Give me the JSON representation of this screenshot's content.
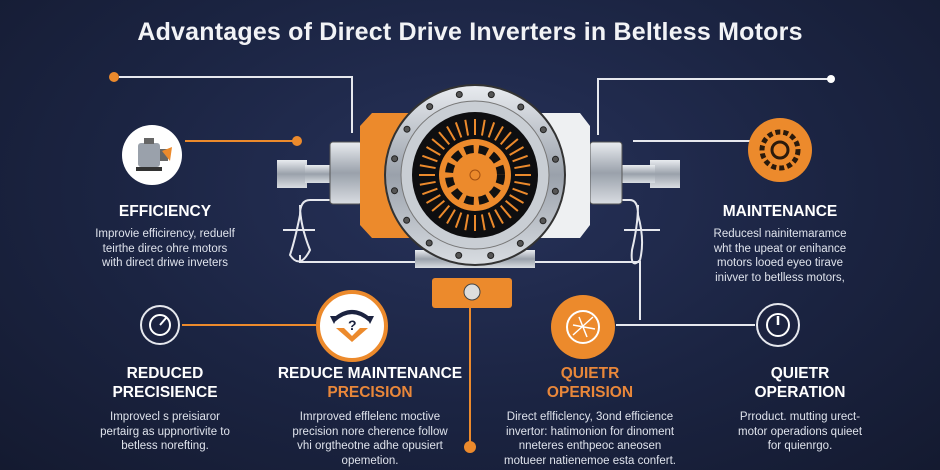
{
  "title": "Advantages of Direct Drive Inverters in Beltless Motors",
  "colors": {
    "background": "#1b2442",
    "accent": "#ec8a2c",
    "text": "#ffffff"
  },
  "features": [
    {
      "id": "efficiency",
      "icon": "motor-icon",
      "title_lines": [
        "EFFICIENCY"
      ],
      "desc_lines": [
        "Improvie efficirency, reduelf",
        "teirthe direc ohre motors",
        "with direct driwe inveters"
      ]
    },
    {
      "id": "maintenance",
      "icon": "gear-wrench-icon",
      "title_lines": [
        "MAINTENANCE"
      ],
      "desc_lines": [
        "Reducesl nainitemaramce",
        "wht the upeat or enihance",
        "motors looed eyeo tirave",
        "inivver to betlless motors,"
      ]
    },
    {
      "id": "reduced-precisience",
      "icon": "gauge-icon",
      "title_lines": [
        "REDUCED",
        "PRECISIENCE"
      ],
      "desc_lines": [
        "Improvecl s preisiaror",
        "pertairg as uppnortivite to",
        "betless norefting."
      ]
    },
    {
      "id": "reduce-maintenance-precision",
      "icon": "question-arrows-icon",
      "title_lines": [
        "REDUCE MAINTENANCE",
        "PRECISION"
      ],
      "desc_lines": [
        "Imrproved efflelenc moctive",
        "precision nore cherence follow",
        "vhi orgtheotne adhe opusiert",
        "opemetion."
      ]
    },
    {
      "id": "quietr-operision",
      "icon": "sound-burst-icon",
      "title_lines": [
        "QUIETR",
        "OPERISION"
      ],
      "desc_lines": [
        "Direct eflficlency, 3ond efficience",
        "invertor: hatimonion for dinoment",
        "nneteres enthpeoc aneosen",
        "motueer natienemoe esta confert."
      ]
    },
    {
      "id": "quietr-operation",
      "icon": "speedometer-icon",
      "title_lines": [
        "QUIETR",
        "OPERATION"
      ],
      "desc_lines": [
        "Prroduct. mutting urect-",
        "motor operadions quieet",
        "for quienrgo."
      ]
    }
  ]
}
